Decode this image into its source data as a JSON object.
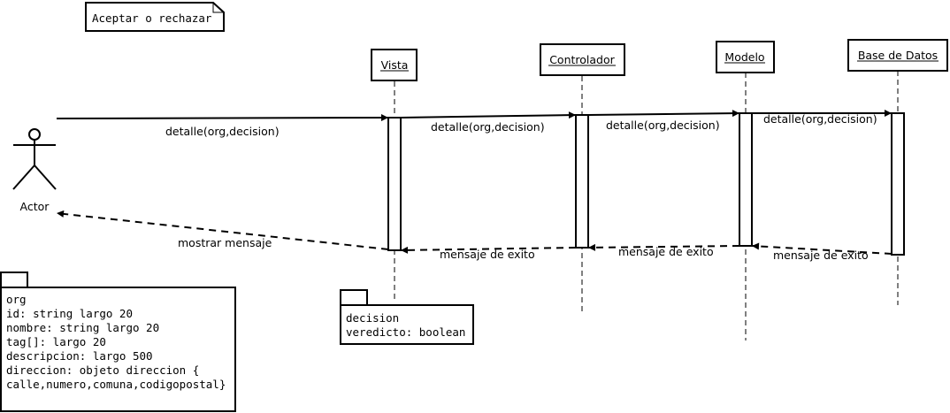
{
  "note": {
    "title": "Aceptar o rechazar"
  },
  "actor": {
    "label": "Actor"
  },
  "participants": {
    "vista": "Vista",
    "controlador": "Controlador",
    "modelo": "Modelo",
    "base_datos": "Base de Datos"
  },
  "messages": {
    "actor_to_vista": "detalle(org,decision)",
    "vista_to_controlador": "detalle(org,decision)",
    "controlador_to_modelo": "detalle(org,decision)",
    "modelo_to_bd": "detalle(org,decision)",
    "bd_to_modelo": "mensaje de exito",
    "modelo_to_controlador": "mensaje de exito",
    "controlador_to_vista": "mensaje de exito",
    "vista_to_actor": "mostrar mensaje"
  },
  "packages": {
    "org": {
      "lines": [
        "org",
        "id: string largo 20",
        "nombre: string largo 20",
        "tag[]: largo 20",
        "descripcion: largo 500",
        "direccion: objeto direccion {",
        "calle,numero,comuna,codigopostal}"
      ]
    },
    "decision": {
      "lines": [
        "decision",
        "veredicto: boolean"
      ]
    }
  }
}
